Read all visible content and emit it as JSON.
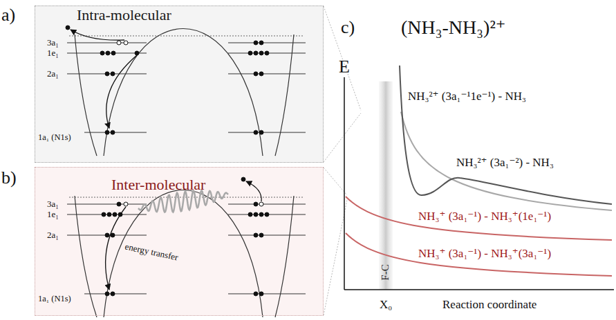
{
  "diagram": {
    "nodes": [
      {
        "text": [
          "Intra-molecular"
        ]
      },
      {
        "text": [
          "Inter-molecular"
        ]
      },
      {
        "text": [
          "F-C"
        ]
      }
    ],
    "labels": [
      "a)",
      "3a₁",
      "1e₁",
      "2a₁",
      "1a₁ (N1s)",
      "b)",
      "3a₁",
      "1e₁",
      "2a₁",
      "1a₁ (N1s)",
      "energy transfer",
      "c)",
      "(NH₃-NH₃)²⁺",
      "E",
      "NH₃²⁺ (3a₁⁻¹1e⁻¹) - NH₃",
      "NH₃²⁺ (3a₁⁻²) - NH₃",
      "NH₃⁺ (3a₁⁻¹) - NH₃⁺(1e₁⁻¹)",
      "NH₃⁺ (3a₁⁻¹) - NH₃⁺(3a₁⁻¹)",
      "X₀",
      "Reaction coordinate"
    ]
  }
}
